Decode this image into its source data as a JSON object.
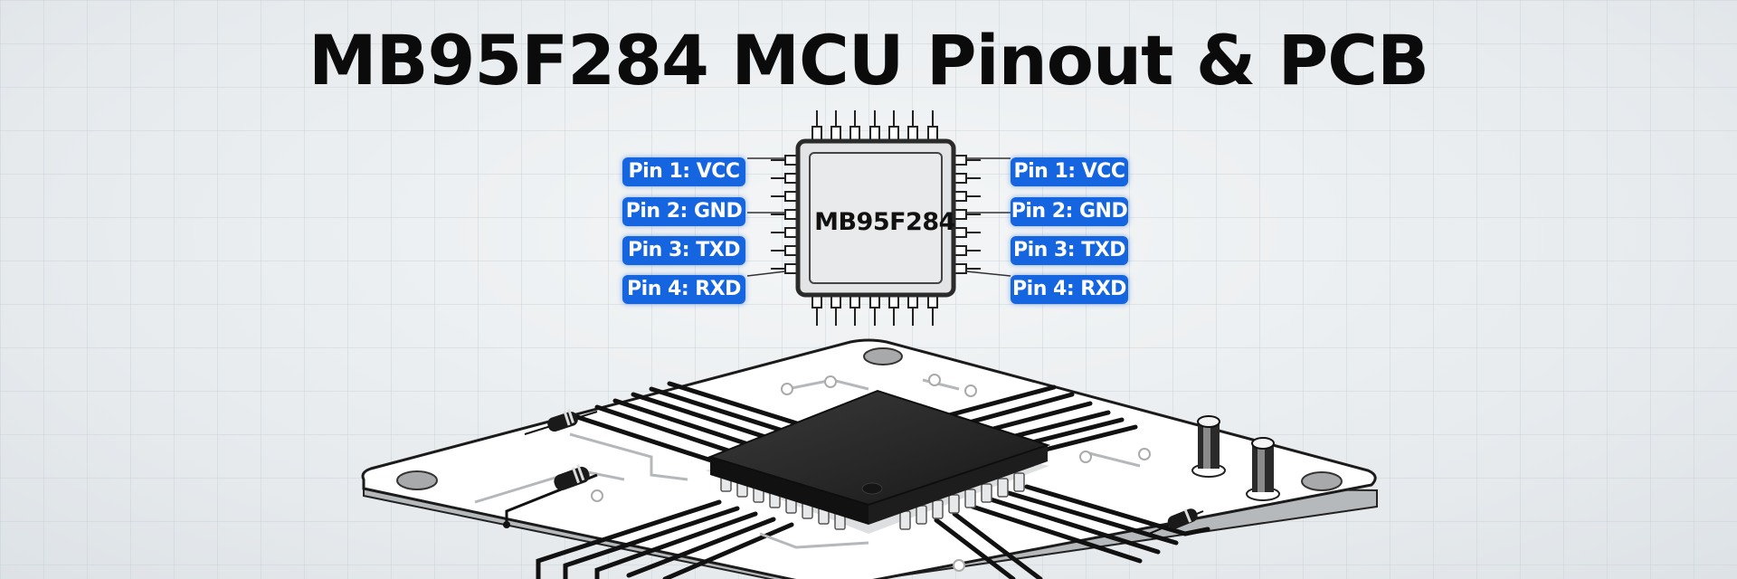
{
  "title": "MB95F284 MCU Pinout & PCB",
  "chip": {
    "label": "MB95F284"
  },
  "pin_labels_left": [
    {
      "label": "Pin 1: VCC"
    },
    {
      "label": "Pin 2: GND"
    },
    {
      "label": "Pin 3: TXD"
    },
    {
      "label": "Pin 4: RXD"
    }
  ],
  "pin_labels_right": [
    {
      "label": "Pin 1: VCC"
    },
    {
      "label": "Pin 2: GND"
    },
    {
      "label": "Pin 3: TXD"
    },
    {
      "label": "Pin 4: RXD"
    }
  ],
  "colors": {
    "label_bg": "#1565e0",
    "label_text": "#ffffff",
    "chip_body": "#2a2a2a",
    "board": "#ffffff",
    "background": "#e9edf0"
  },
  "pcb": {
    "components": [
      "qfp-chip",
      "resistor",
      "resistor",
      "resistor",
      "capacitor",
      "capacitor",
      "mounting-hole",
      "mounting-hole",
      "mounting-hole",
      "mounting-hole"
    ]
  }
}
